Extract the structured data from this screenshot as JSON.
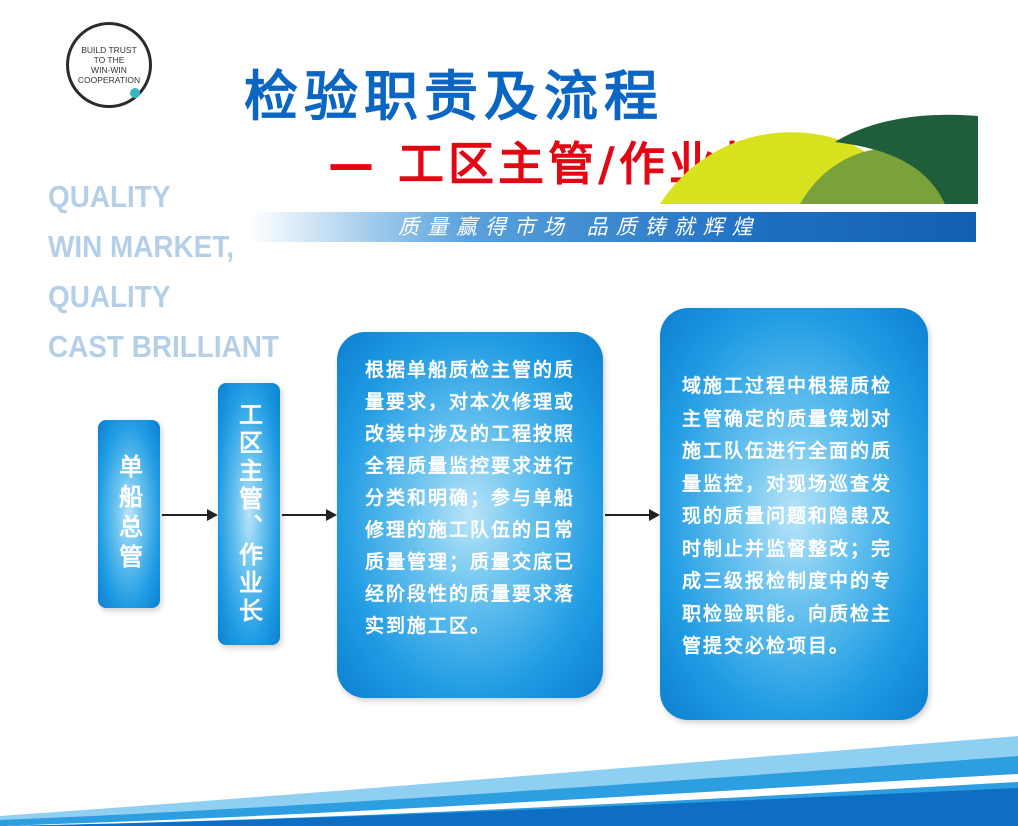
{
  "logo": {
    "lines": [
      "BUILD TRUST",
      "TO THE",
      "WIN-WIN",
      "COOPERATION"
    ]
  },
  "title": {
    "main": "检验职责及流程",
    "sub": "— 工区主管/作业长"
  },
  "slogan": "质量赢得市场  品质铸就辉煌",
  "watermark": [
    "QUALITY",
    "WIN MARKET,",
    "QUALITY",
    "CAST BRILLIANT"
  ],
  "flow": {
    "step1": "单船总管",
    "step2": "工区主管、作业长",
    "step3": "根据单船质检主管的质量要求，对本次修理或改装中涉及的工程按照全程质量监控要求进行分类和明确；参与单船修理的施工队伍的日常质量管理；质量交底已经阶段性的质量要求落实到施工区。",
    "step4": "域施工过程中根据质检主管确定的质量策划对施工队伍进行全面的质量监控，对现场巡查发现的质量问题和隐患及时制止并监督整改；完成三级报检制度中的专职检验职能。向质检主管提交必检项目。"
  },
  "colors": {
    "title_blue": "#0a66c2",
    "title_red": "#e30613",
    "box_blue": "#1e9be3",
    "hill_yellow": "#d9e21f",
    "hill_olive": "#7aa23a",
    "hill_green": "#1f5e3a",
    "watermark": "#b4cfe8"
  }
}
